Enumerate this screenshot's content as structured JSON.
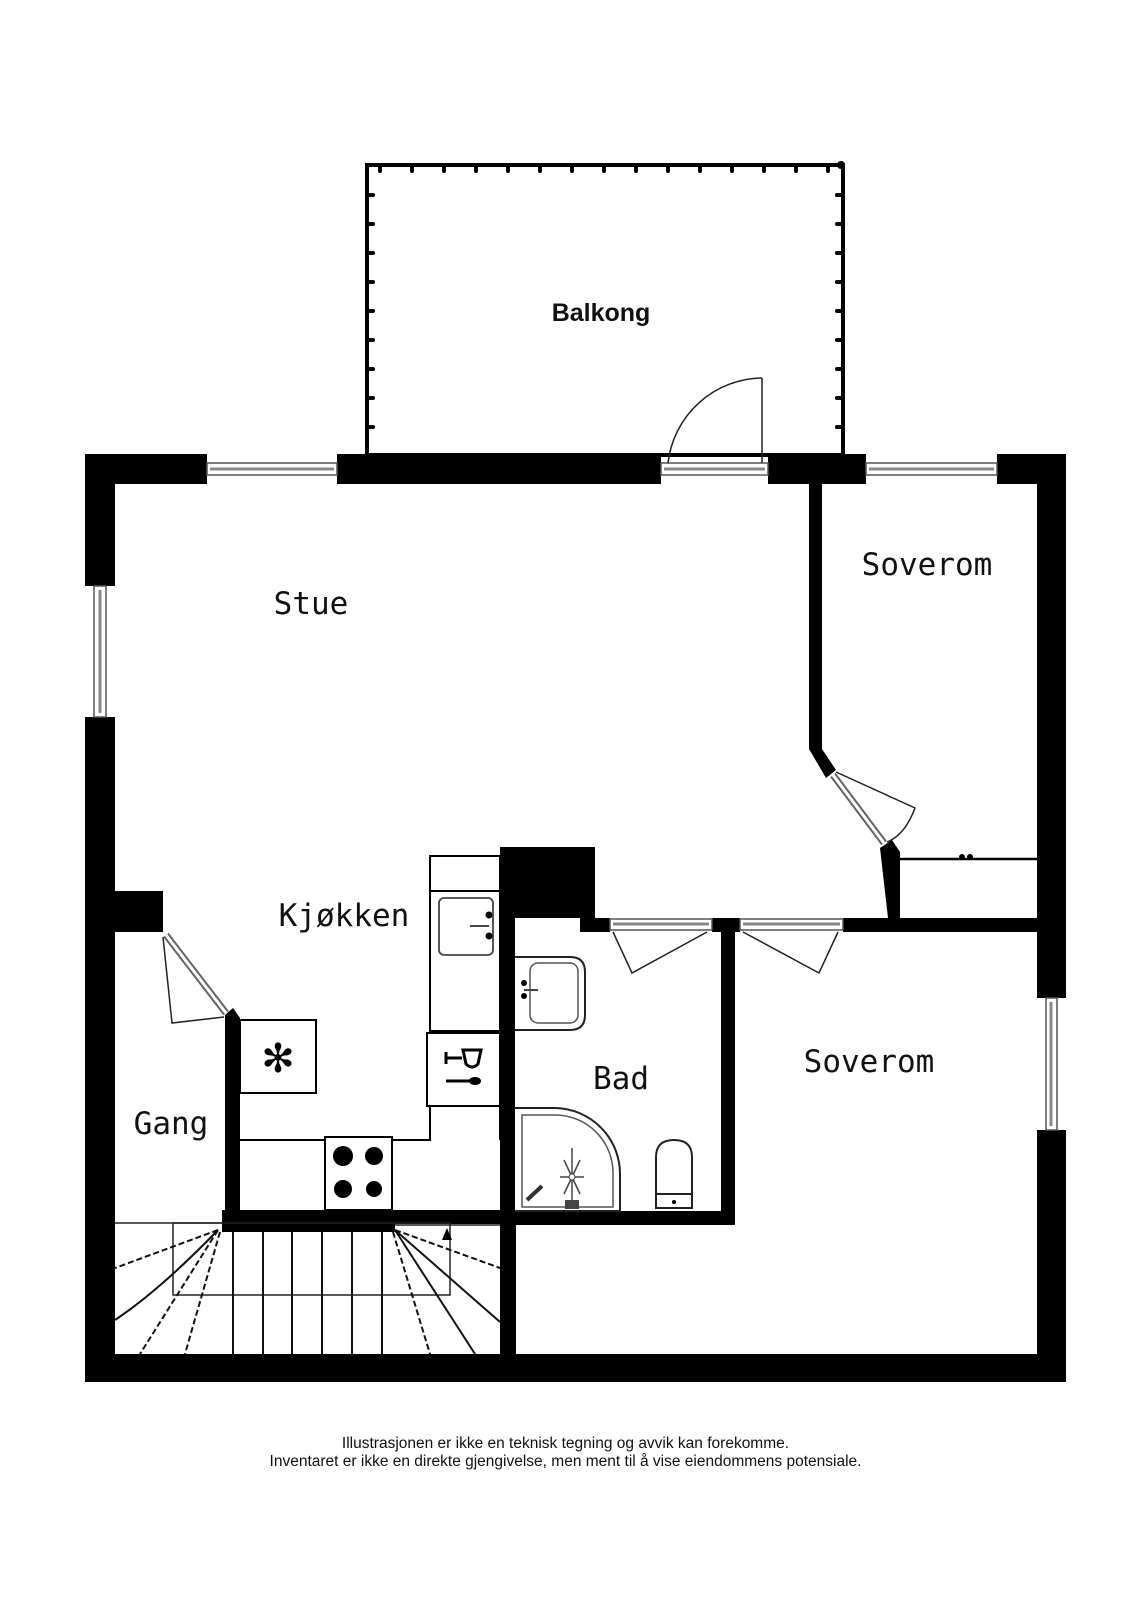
{
  "rooms": {
    "balcony": "Balkong",
    "living": "Stue",
    "bedroom_top": "Soverom",
    "kitchen": "Kjøkken",
    "bath": "Bad",
    "hall": "Gang",
    "bedroom_bottom": "Soverom"
  },
  "fixtures": {
    "fridge_symbol": "✻",
    "stove": "stove-4-burners",
    "sink": "kitchen-sink",
    "dishwasher": "dishwasher",
    "bath_sink": "bath-sink",
    "shower": "corner-shower",
    "toilet": "toilet",
    "stairs": "staircase"
  },
  "disclaimer": {
    "line1": "Illustrasjonen er ikke en teknisk tegning og avvik kan forekomme.",
    "line2": "Inventaret er ikke en direkte gjengivelse, men ment til å vise eiendommens potensiale."
  },
  "colors": {
    "wall": "#000000",
    "background": "#ffffff",
    "window": "#888888"
  }
}
